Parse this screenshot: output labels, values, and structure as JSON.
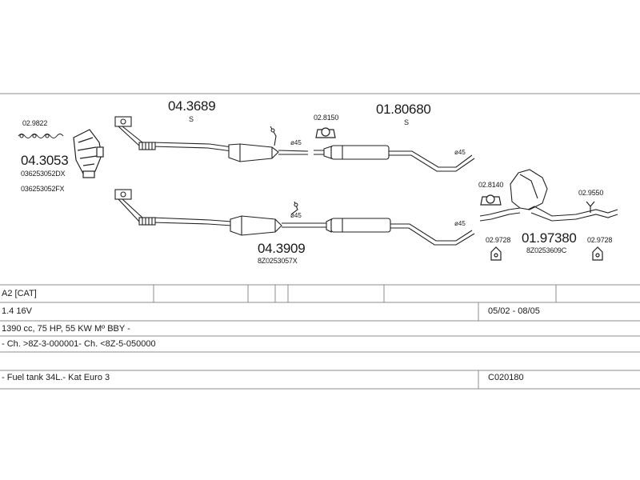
{
  "parts": {
    "p043689": {
      "number": "04.3689",
      "suffix": "S"
    },
    "p0180680": {
      "number": "01.80680",
      "suffix": "S"
    },
    "p043053": {
      "number": "04.3053",
      "code1": "036253052DX",
      "code2": "036253052FX"
    },
    "p029822": {
      "number": "02.9822"
    },
    "p028150": {
      "number": "02.8150"
    },
    "p043909": {
      "number": "04.3909",
      "code": "8Z0253057X"
    },
    "p028140": {
      "number": "02.8140"
    },
    "p029550": {
      "number": "02.9550"
    },
    "p0197380": {
      "number": "01.97380",
      "code": "8Z0253609C"
    },
    "p029728a": {
      "number": "02.9728"
    },
    "p029728b": {
      "number": "02.9728"
    },
    "dia1": {
      "text": "ø45"
    },
    "dia2": {
      "text": "ø45"
    },
    "dia3": {
      "text": "ø45"
    },
    "dia4": {
      "text": "ø45"
    }
  },
  "table": {
    "model": "A2  [CAT]",
    "engine": "1.4 16V",
    "period": "05/02 - 08/05",
    "spec": "1390 cc, 75 HP, 55 KW Mº BBY -",
    "chassis": "- Ch. >8Z-3-000001- Ch. <8Z-5-050000",
    "notes": "- Fuel tank 34L.- Kat Euro 3",
    "code": "C020180"
  }
}
